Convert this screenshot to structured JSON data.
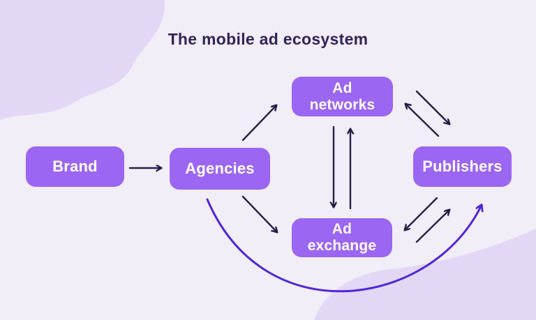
{
  "title": "The mobile ad ecosystem",
  "nodes": [
    {
      "id": "brand",
      "label": "Brand"
    },
    {
      "id": "agencies",
      "label": "Agencies"
    },
    {
      "id": "ad_networks",
      "label": "Ad networks"
    },
    {
      "id": "ad_exchange",
      "label": "Ad exchange"
    },
    {
      "id": "publishers",
      "label": "Publishers"
    }
  ],
  "edges": [
    {
      "from": "Brand",
      "to": "Agencies",
      "type": "single-arrow"
    },
    {
      "from": "Agencies",
      "to": "Ad networks",
      "type": "single-arrow"
    },
    {
      "from": "Agencies",
      "to": "Ad exchange",
      "type": "single-arrow"
    },
    {
      "from": "Ad networks",
      "to": "Ad exchange",
      "type": "bidirectional-double-arrow"
    },
    {
      "from": "Ad networks",
      "to": "Publishers",
      "type": "bidirectional-double-arrow"
    },
    {
      "from": "Ad exchange",
      "to": "Publishers",
      "type": "bidirectional-double-arrow"
    },
    {
      "from": "Agencies",
      "to": "Publishers",
      "type": "curved-highlight-arrow"
    }
  ],
  "colors": {
    "background": "#f1eef8",
    "blob": "#e2d8f6",
    "node": "#9b66f2",
    "node_text": "#ffffff",
    "title_text": "#312457",
    "arrow": "#261e47",
    "flow_arrow": "#5224d8"
  }
}
